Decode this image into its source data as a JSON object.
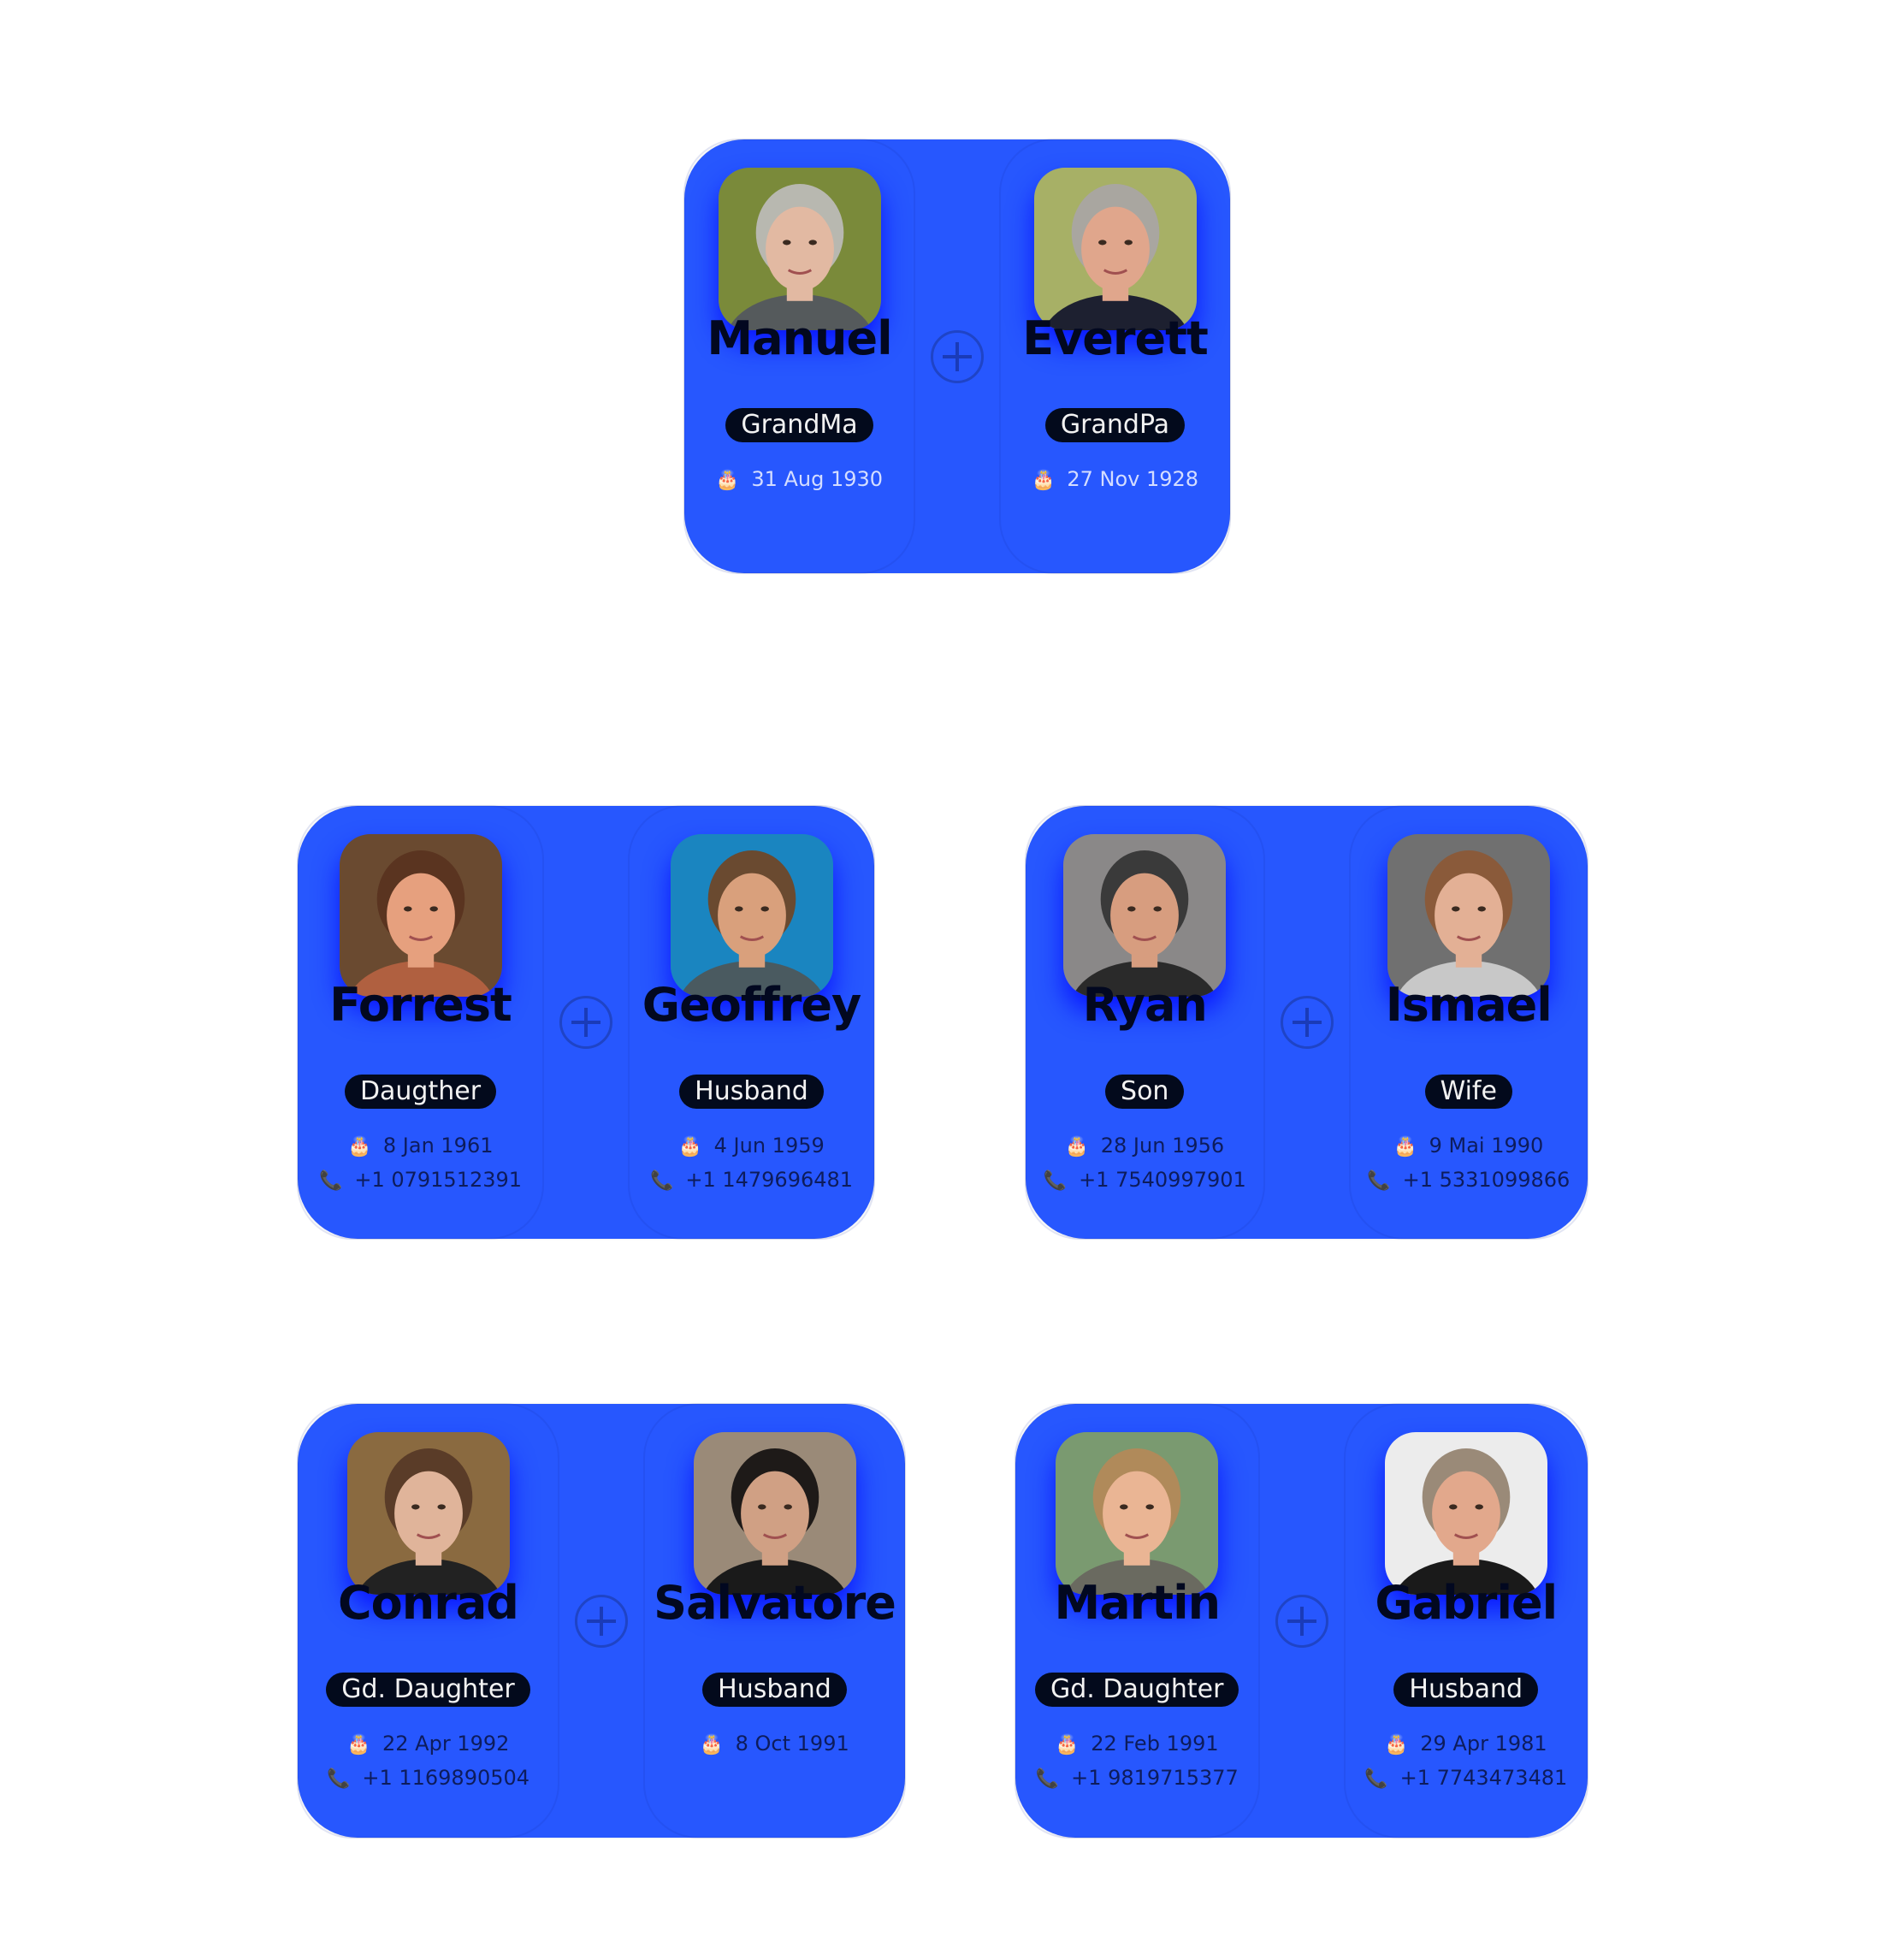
{
  "icons": {
    "birthday": "🎂",
    "phone": "📞",
    "add": "plus-circle-icon"
  },
  "colors": {
    "card": "#2757fe",
    "badge": "#030a1c",
    "name": "#020820"
  },
  "couples": [
    {
      "people": [
        {
          "name": "Manuel",
          "role": "GrandMa",
          "birthday": "31 Aug 1930",
          "photo": {
            "bg": "#7a8a3a",
            "skin": "#e2b9a2",
            "hair": "#b8b8b0",
            "shirt": "#555a5c"
          }
        },
        {
          "name": "Everett",
          "role": "GrandPa",
          "birthday": "27 Nov 1928",
          "photo": {
            "bg": "#a7b066",
            "skin": "#e0a68c",
            "hair": "#a9a6a0",
            "shirt": "#1d2030"
          }
        }
      ]
    },
    {
      "people": [
        {
          "name": "Forrest",
          "role": "Daugther",
          "birthday": "8 Jan 1961",
          "phone": "+1 0791512391",
          "photo": {
            "bg": "#6a4a30",
            "skin": "#e6a07e",
            "hair": "#5a3420",
            "shirt": "#b06040"
          }
        },
        {
          "name": "Geoffrey",
          "role": "Husband",
          "birthday": "4 Jun 1959",
          "phone": "+1 1479696481",
          "photo": {
            "bg": "#1a85c0",
            "skin": "#d9a07c",
            "hair": "#6a4a30",
            "shirt": "#4a5a60"
          }
        }
      ]
    },
    {
      "people": [
        {
          "name": "Ryan",
          "role": "Son",
          "birthday": "28 Jun 1956",
          "phone": "+1 7540997901",
          "photo": {
            "bg": "#8a8888",
            "skin": "#d79d7f",
            "hair": "#3a3a3a",
            "shirt": "#2a2a2a"
          }
        },
        {
          "name": "Ismael",
          "role": "Wife",
          "birthday": "9 Mai 1990",
          "phone": "+1 5331099866",
          "photo": {
            "bg": "#707070",
            "skin": "#e3b095",
            "hair": "#8a5a3a",
            "shirt": "#c8c8c8"
          }
        }
      ]
    },
    {
      "people": [
        {
          "name": "Conrad",
          "role": "Gd. Daughter",
          "birthday": "22 Apr 1992",
          "phone": "+1 1169890504",
          "photo": {
            "bg": "#8a6a40",
            "skin": "#e0b49a",
            "hair": "#5a3c28",
            "shirt": "#222222"
          }
        },
        {
          "name": "Salvatore",
          "role": "Husband",
          "birthday": "8 Oct 1991",
          "photo": {
            "bg": "#9a8a78",
            "skin": "#d0a084",
            "hair": "#1e1a18",
            "shirt": "#1a1a1a"
          }
        }
      ]
    },
    {
      "people": [
        {
          "name": "Martin",
          "role": "Gd. Daughter",
          "birthday": "22 Feb 1991",
          "phone": "+1 9819715377",
          "photo": {
            "bg": "#7a9a70",
            "skin": "#eab594",
            "hair": "#b08a5a",
            "shirt": "#6a6a60"
          }
        },
        {
          "name": "Gabriel",
          "role": "Husband",
          "birthday": "29 Apr 1981",
          "phone": "+1 7743473481",
          "photo": {
            "bg": "#ececec",
            "skin": "#e2a88c",
            "hair": "#9a8a78",
            "shirt": "#1a1a1a"
          }
        }
      ]
    }
  ]
}
